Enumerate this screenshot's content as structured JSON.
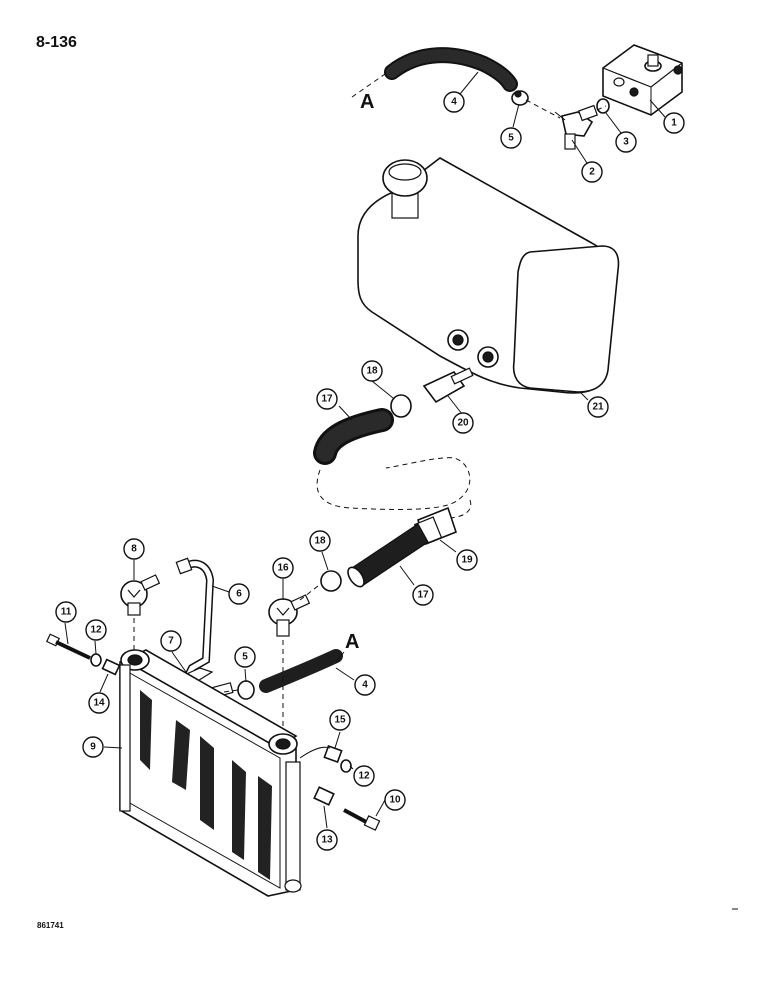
{
  "page": {
    "code": "8-136",
    "drawing_number": "861741"
  },
  "reference_letters": [
    "A",
    "A"
  ],
  "callouts": [
    "1",
    "2",
    "3",
    "4",
    "5",
    "17",
    "18",
    "20",
    "21",
    "19",
    "8",
    "16",
    "18",
    "6",
    "17",
    "11",
    "12",
    "7",
    "5",
    "4",
    "14",
    "9",
    "15",
    "12",
    "10",
    "13"
  ],
  "parts": [
    "pressure-valve-block",
    "tee-fitting",
    "o-ring",
    "hose",
    "hose-clamp",
    "hose",
    "hose-clamp",
    "fitting",
    "hydraulic-tank",
    "connector",
    "elbow-fitting",
    "elbow-fitting",
    "hose-clamp",
    "tube",
    "hose",
    "bolt",
    "washer",
    "bracket",
    "hose-clamp",
    "hose",
    "spacer",
    "oil-cooler",
    "nut",
    "washer",
    "bolt",
    "spacer"
  ]
}
